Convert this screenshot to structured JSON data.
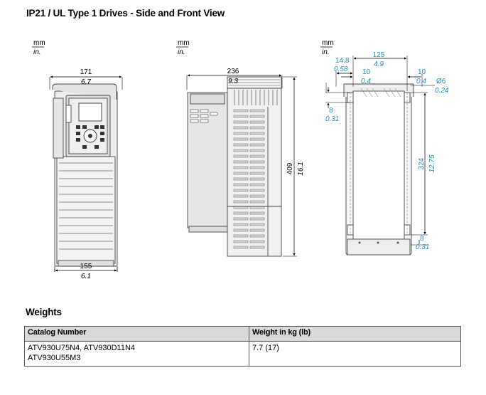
{
  "title": "IP21 / UL Type 1 Drives - Side and Front View",
  "units": {
    "top": "mm",
    "bottom": "in."
  },
  "front_view": {
    "width_mm": "171",
    "width_in": "6.7",
    "base_mm": "155",
    "base_in": "6.1"
  },
  "side_view": {
    "depth_mm": "236",
    "depth_in": "9.3",
    "height_mm": "409",
    "height_in": "16.1"
  },
  "rear_view": {
    "offset_mm": "14.8",
    "offset_in": "0.58",
    "spacing_mm": "125",
    "spacing_in": "4.9",
    "left_mm": "10",
    "left_in": "0.4",
    "right_mm": "10",
    "right_in": "0.4",
    "hole_mm": "Ø6",
    "hole_in": "0.24",
    "top_mm": "8",
    "top_in": "0.31",
    "vspacing_mm": "324",
    "vspacing_in": "12.75",
    "bottom_mm": "8",
    "bottom_in": "0.31"
  },
  "weights": {
    "heading": "Weights",
    "columns": [
      "Catalog Number",
      "Weight in kg (lb)"
    ],
    "rows": [
      {
        "catalog_line1": "ATV930U75N4, ATV930D11N4",
        "catalog_line2": "ATV930U55M3",
        "weight": "7.7 (17)"
      }
    ]
  },
  "colors": {
    "dimension_blue": "#1f8fc4",
    "ink": "#000000",
    "table_header": "#d9d9d9"
  }
}
